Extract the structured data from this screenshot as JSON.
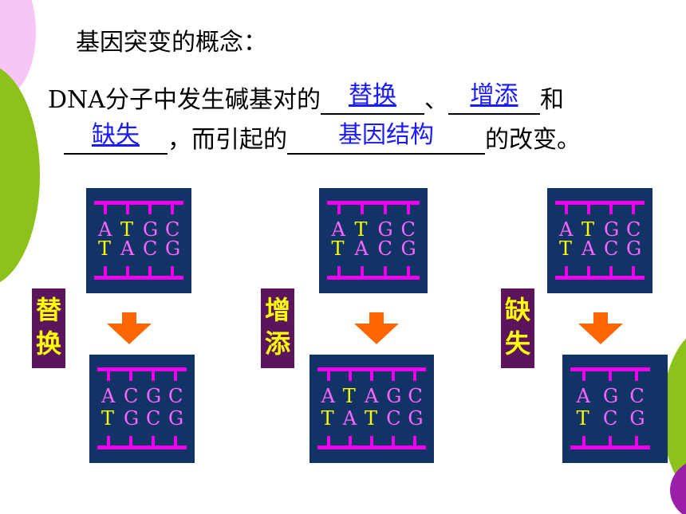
{
  "title": "基因突变的概念：",
  "sentence": {
    "part1": "DNA分子中发生碱基对的",
    "blank1": "替换",
    "sep1": "、",
    "blank2": "增添",
    "part2": "和",
    "blank3": "缺失",
    "part3": "，而引起的",
    "blank4": "基因结构",
    "part4": "的改变。"
  },
  "colors": {
    "base_A": "#ff66ff",
    "base_T": "#ffff00",
    "base_G": "#ff66ff",
    "base_C": "#ff66ff",
    "box": "#113366",
    "strand": "#ee00ee",
    "arrow": "#ff6600",
    "label_bg": "#5c155c",
    "label_text": "#ffff00",
    "answer": "#1a1aff"
  },
  "panels": [
    {
      "label": "替换",
      "before_top": [
        "A",
        "T",
        "G",
        "C"
      ],
      "before_bottom": [
        "T",
        "A",
        "C",
        "G"
      ],
      "after_top": [
        "A",
        "C",
        "G",
        "C"
      ],
      "after_bottom": [
        "T",
        "G",
        "C",
        "G"
      ]
    },
    {
      "label": "增添",
      "before_top": [
        "A",
        "T",
        "G",
        "C"
      ],
      "before_bottom": [
        "T",
        "A",
        "C",
        "G"
      ],
      "after_top": [
        "A",
        "T",
        "A",
        "G",
        "C"
      ],
      "after_bottom": [
        "T",
        "A",
        "T",
        "C",
        "G"
      ]
    },
    {
      "label": "缺失",
      "before_top": [
        "A",
        "T",
        "G",
        "C"
      ],
      "before_bottom": [
        "T",
        "A",
        "C",
        "G"
      ],
      "after_top": [
        "A",
        "G",
        "C"
      ],
      "after_bottom": [
        "T",
        "C",
        "G"
      ]
    }
  ]
}
